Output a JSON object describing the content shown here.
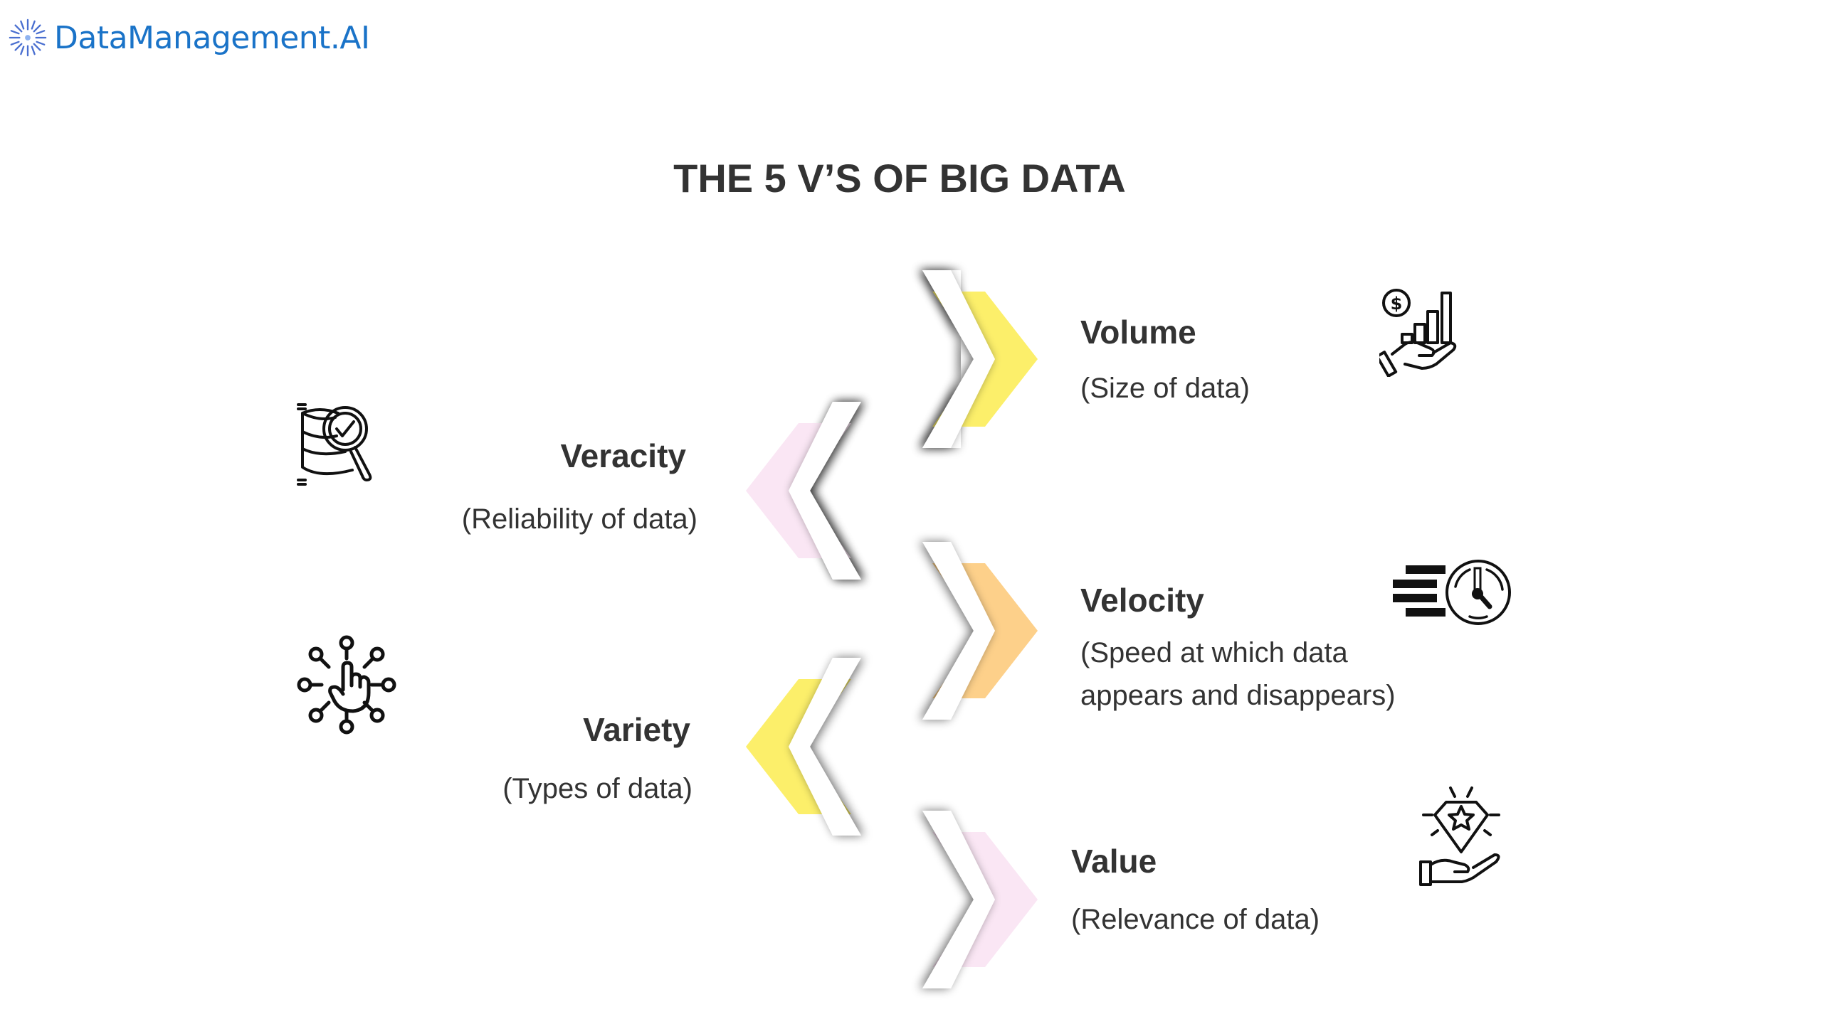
{
  "brand": {
    "name": "DataManagement.AI",
    "icon": "starburst-icon",
    "color": "#1a73c8"
  },
  "title": "THE 5 V’S OF BIG DATA",
  "colors": {
    "yellow": "#FCEF6A",
    "pink": "#FAE6F4",
    "orange": "#FDD08A",
    "text": "#333333"
  },
  "items": [
    {
      "heading": "Volume",
      "description": "(Size of data)",
      "icon": "money-growth-hand-icon",
      "side": "right",
      "chevron_color": "yellow"
    },
    {
      "heading": "Veracity",
      "description": "(Reliability of data)",
      "icon": "database-check-search-icon",
      "side": "left",
      "chevron_color": "pink"
    },
    {
      "heading": "Velocity",
      "description_lines": [
        "(Speed at which data",
        "appears and disappears)"
      ],
      "icon": "fast-clock-icon",
      "side": "right",
      "chevron_color": "orange"
    },
    {
      "heading": "Variety",
      "description": "(Types of data)",
      "icon": "hand-network-icon",
      "side": "left",
      "chevron_color": "yellow"
    },
    {
      "heading": "Value",
      "description": "(Relevance of data)",
      "icon": "diamond-star-hand-icon",
      "side": "right",
      "chevron_color": "pink"
    }
  ]
}
